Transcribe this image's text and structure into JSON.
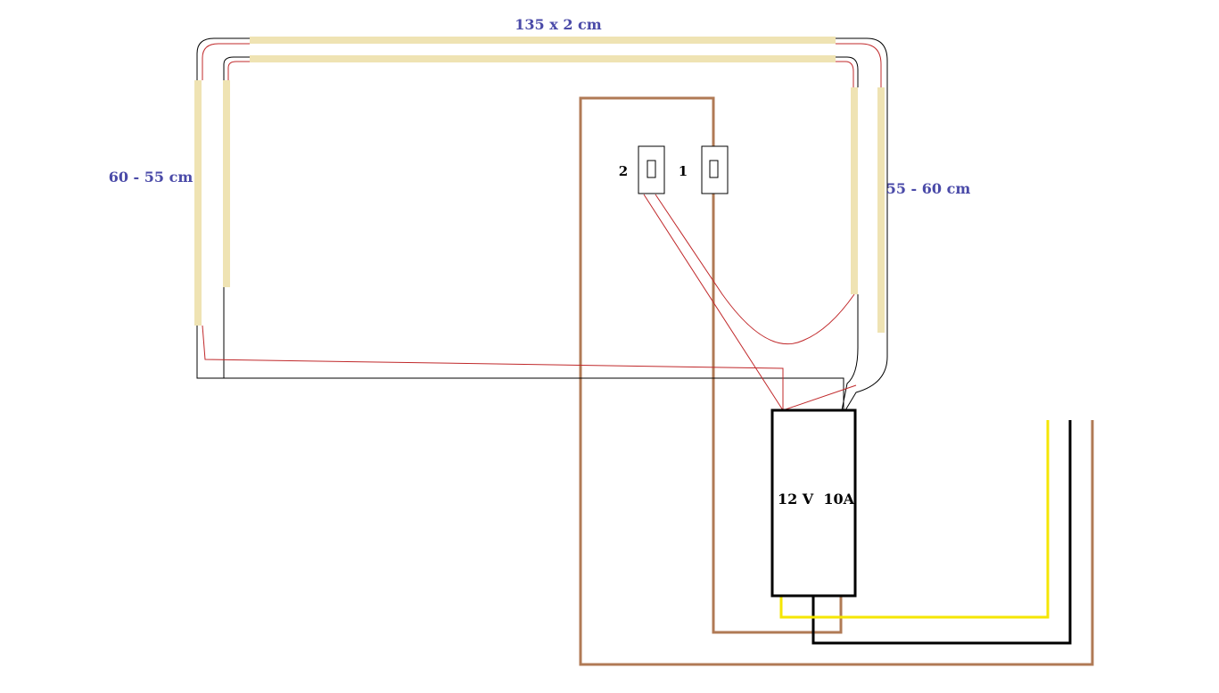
{
  "labels": {
    "top_strip": "135 x 2 cm",
    "left_strip": "60 - 55 cm",
    "right_strip": "55 - 60 cm",
    "switch_2": "2",
    "switch_1": "1",
    "power_supply": "12 V  10A"
  },
  "colors": {
    "led_strip": "#efe3b3",
    "positive_wire": "#c0282a",
    "negative_wire": "#000000",
    "mains_brown": "#b07a55",
    "mains_yellow": "#f5e600",
    "label_blue": "#4a4aa8"
  },
  "icons": {
    "switch": "rocker-switch-icon",
    "power_supply": "power-supply-box"
  }
}
